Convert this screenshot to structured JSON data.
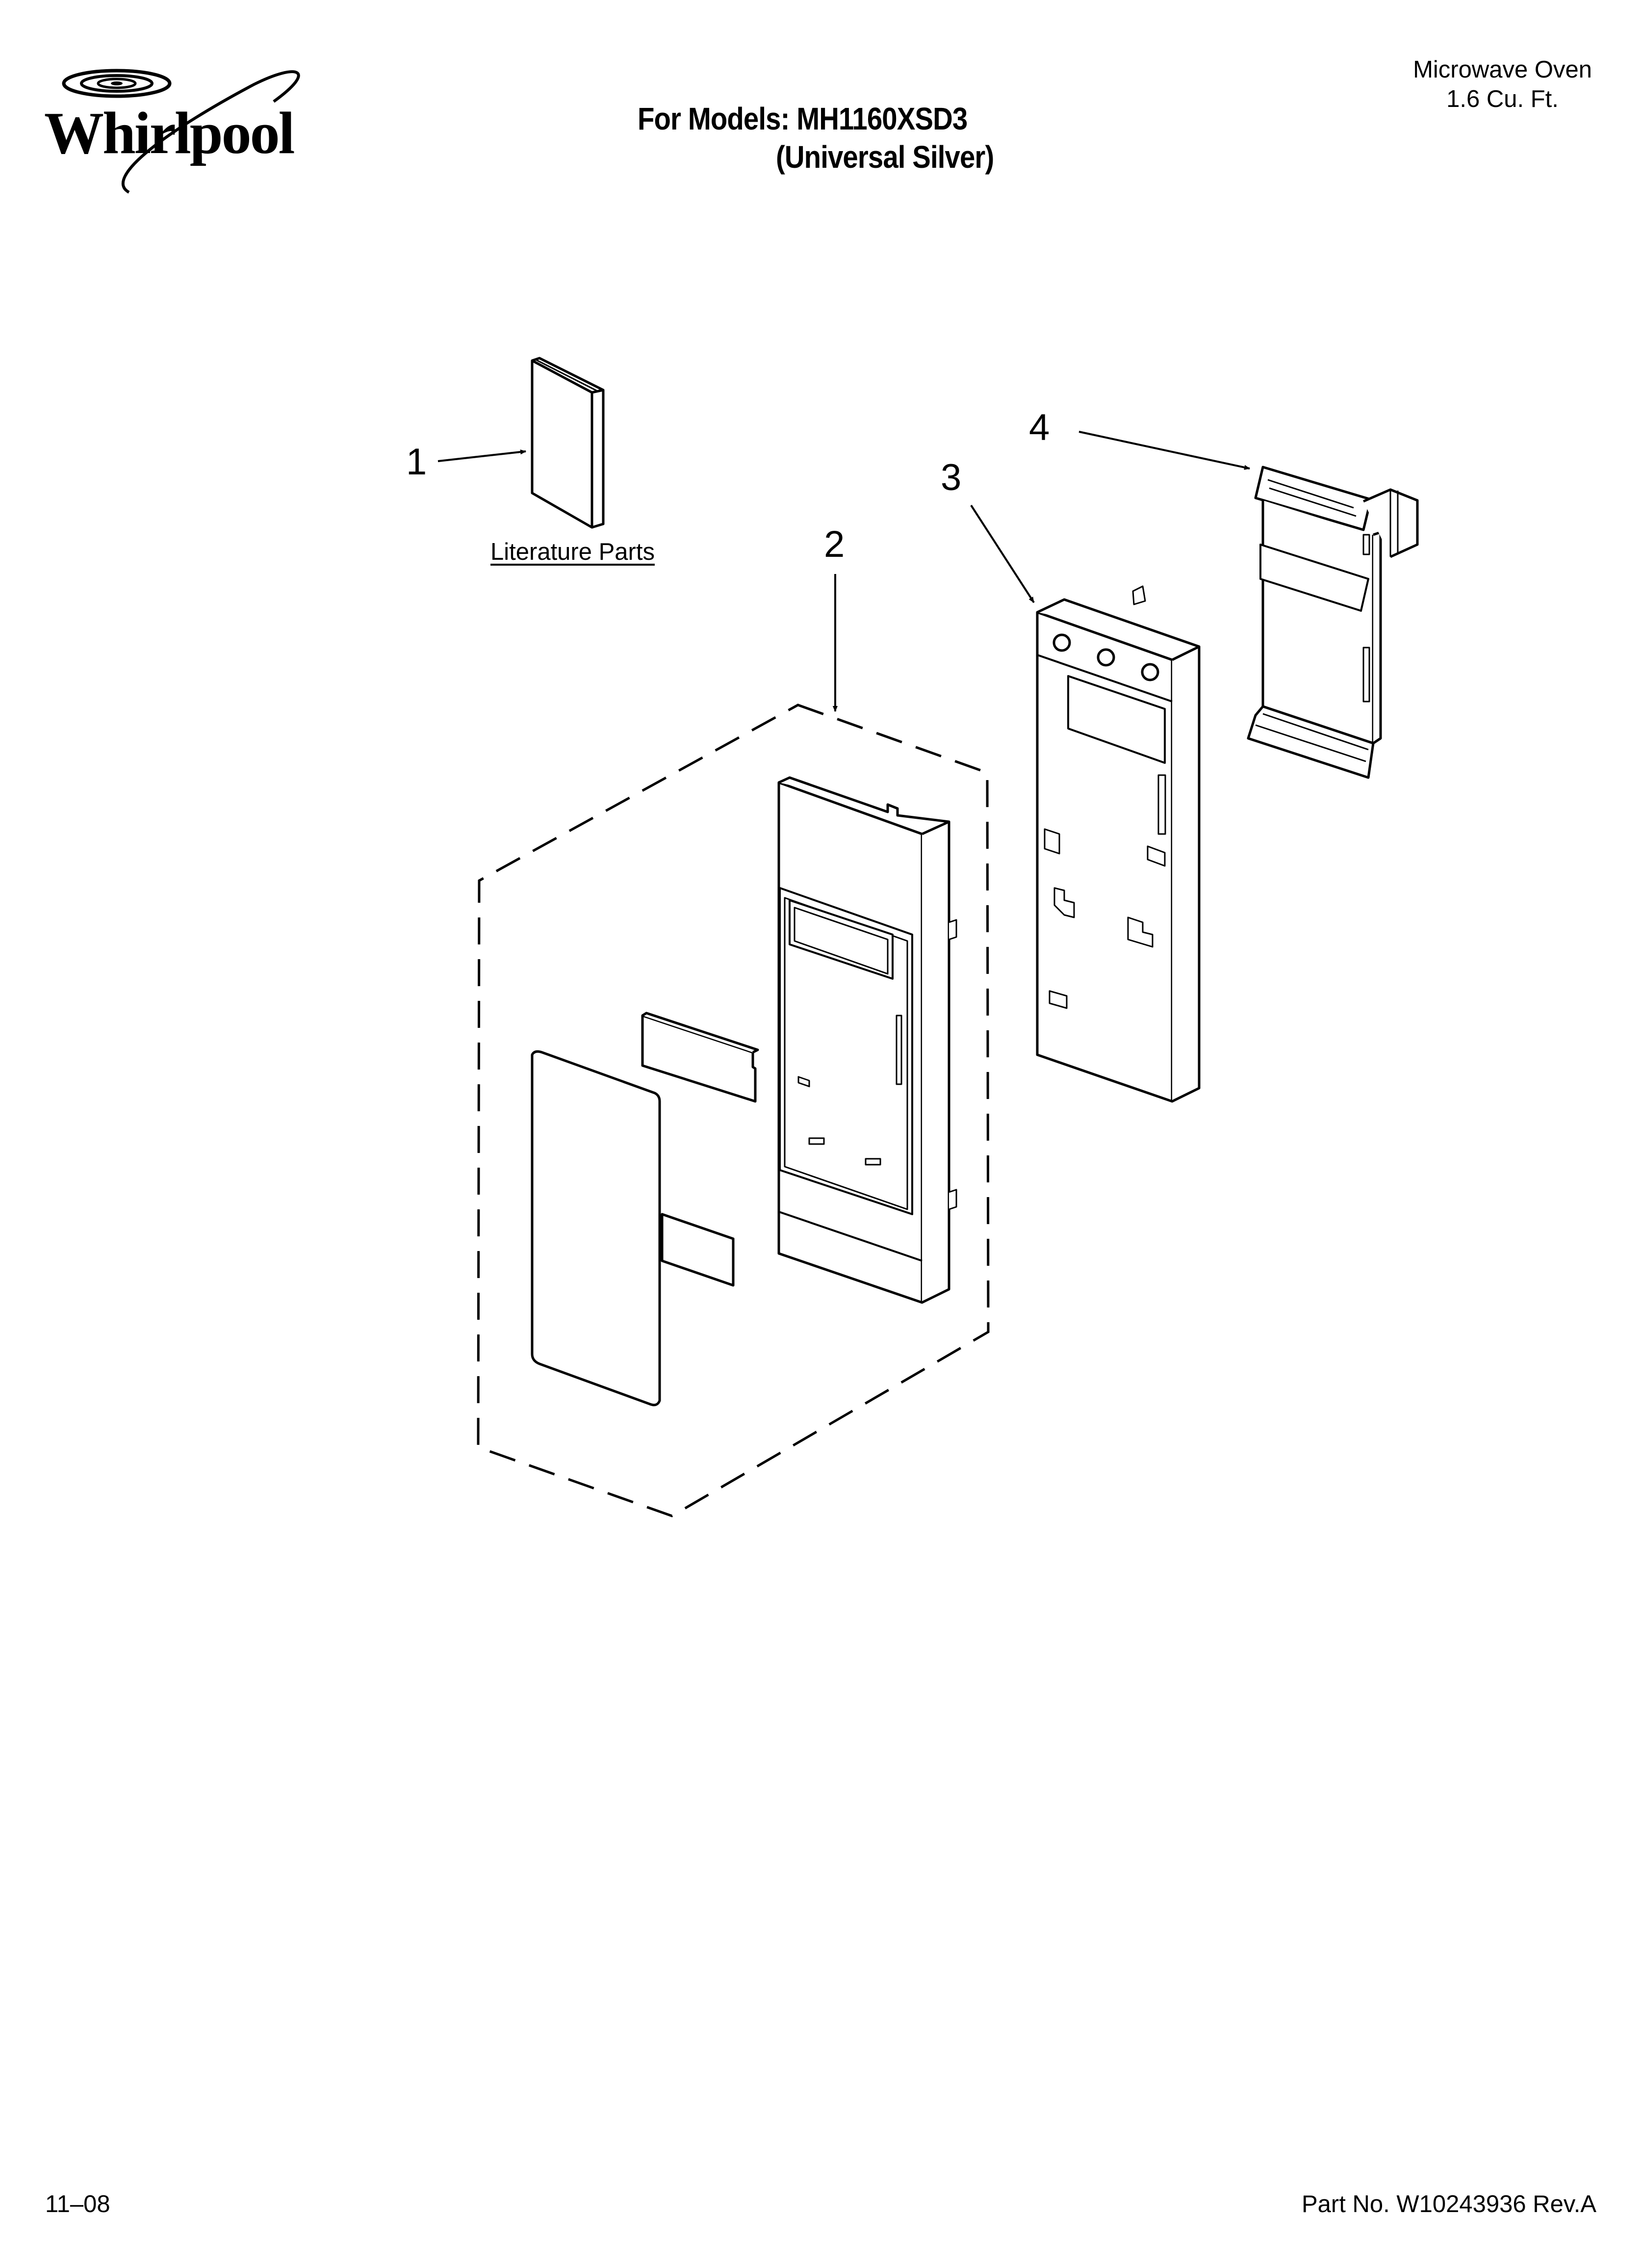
{
  "header": {
    "brand": "Whirlpool",
    "title": "For Models: MH1160XSD3",
    "subtitle": "(Universal Silver)",
    "product_line1": "Microwave Oven",
    "product_line2": "1.6 Cu. Ft."
  },
  "diagram": {
    "callouts": [
      {
        "number": "1"
      },
      {
        "number": "2"
      },
      {
        "number": "3"
      },
      {
        "number": "4"
      }
    ],
    "literature_label": "Literature Parts"
  },
  "footer": {
    "date_code": "11–08",
    "part_number": "Part No. W10243936 Rev.A"
  }
}
